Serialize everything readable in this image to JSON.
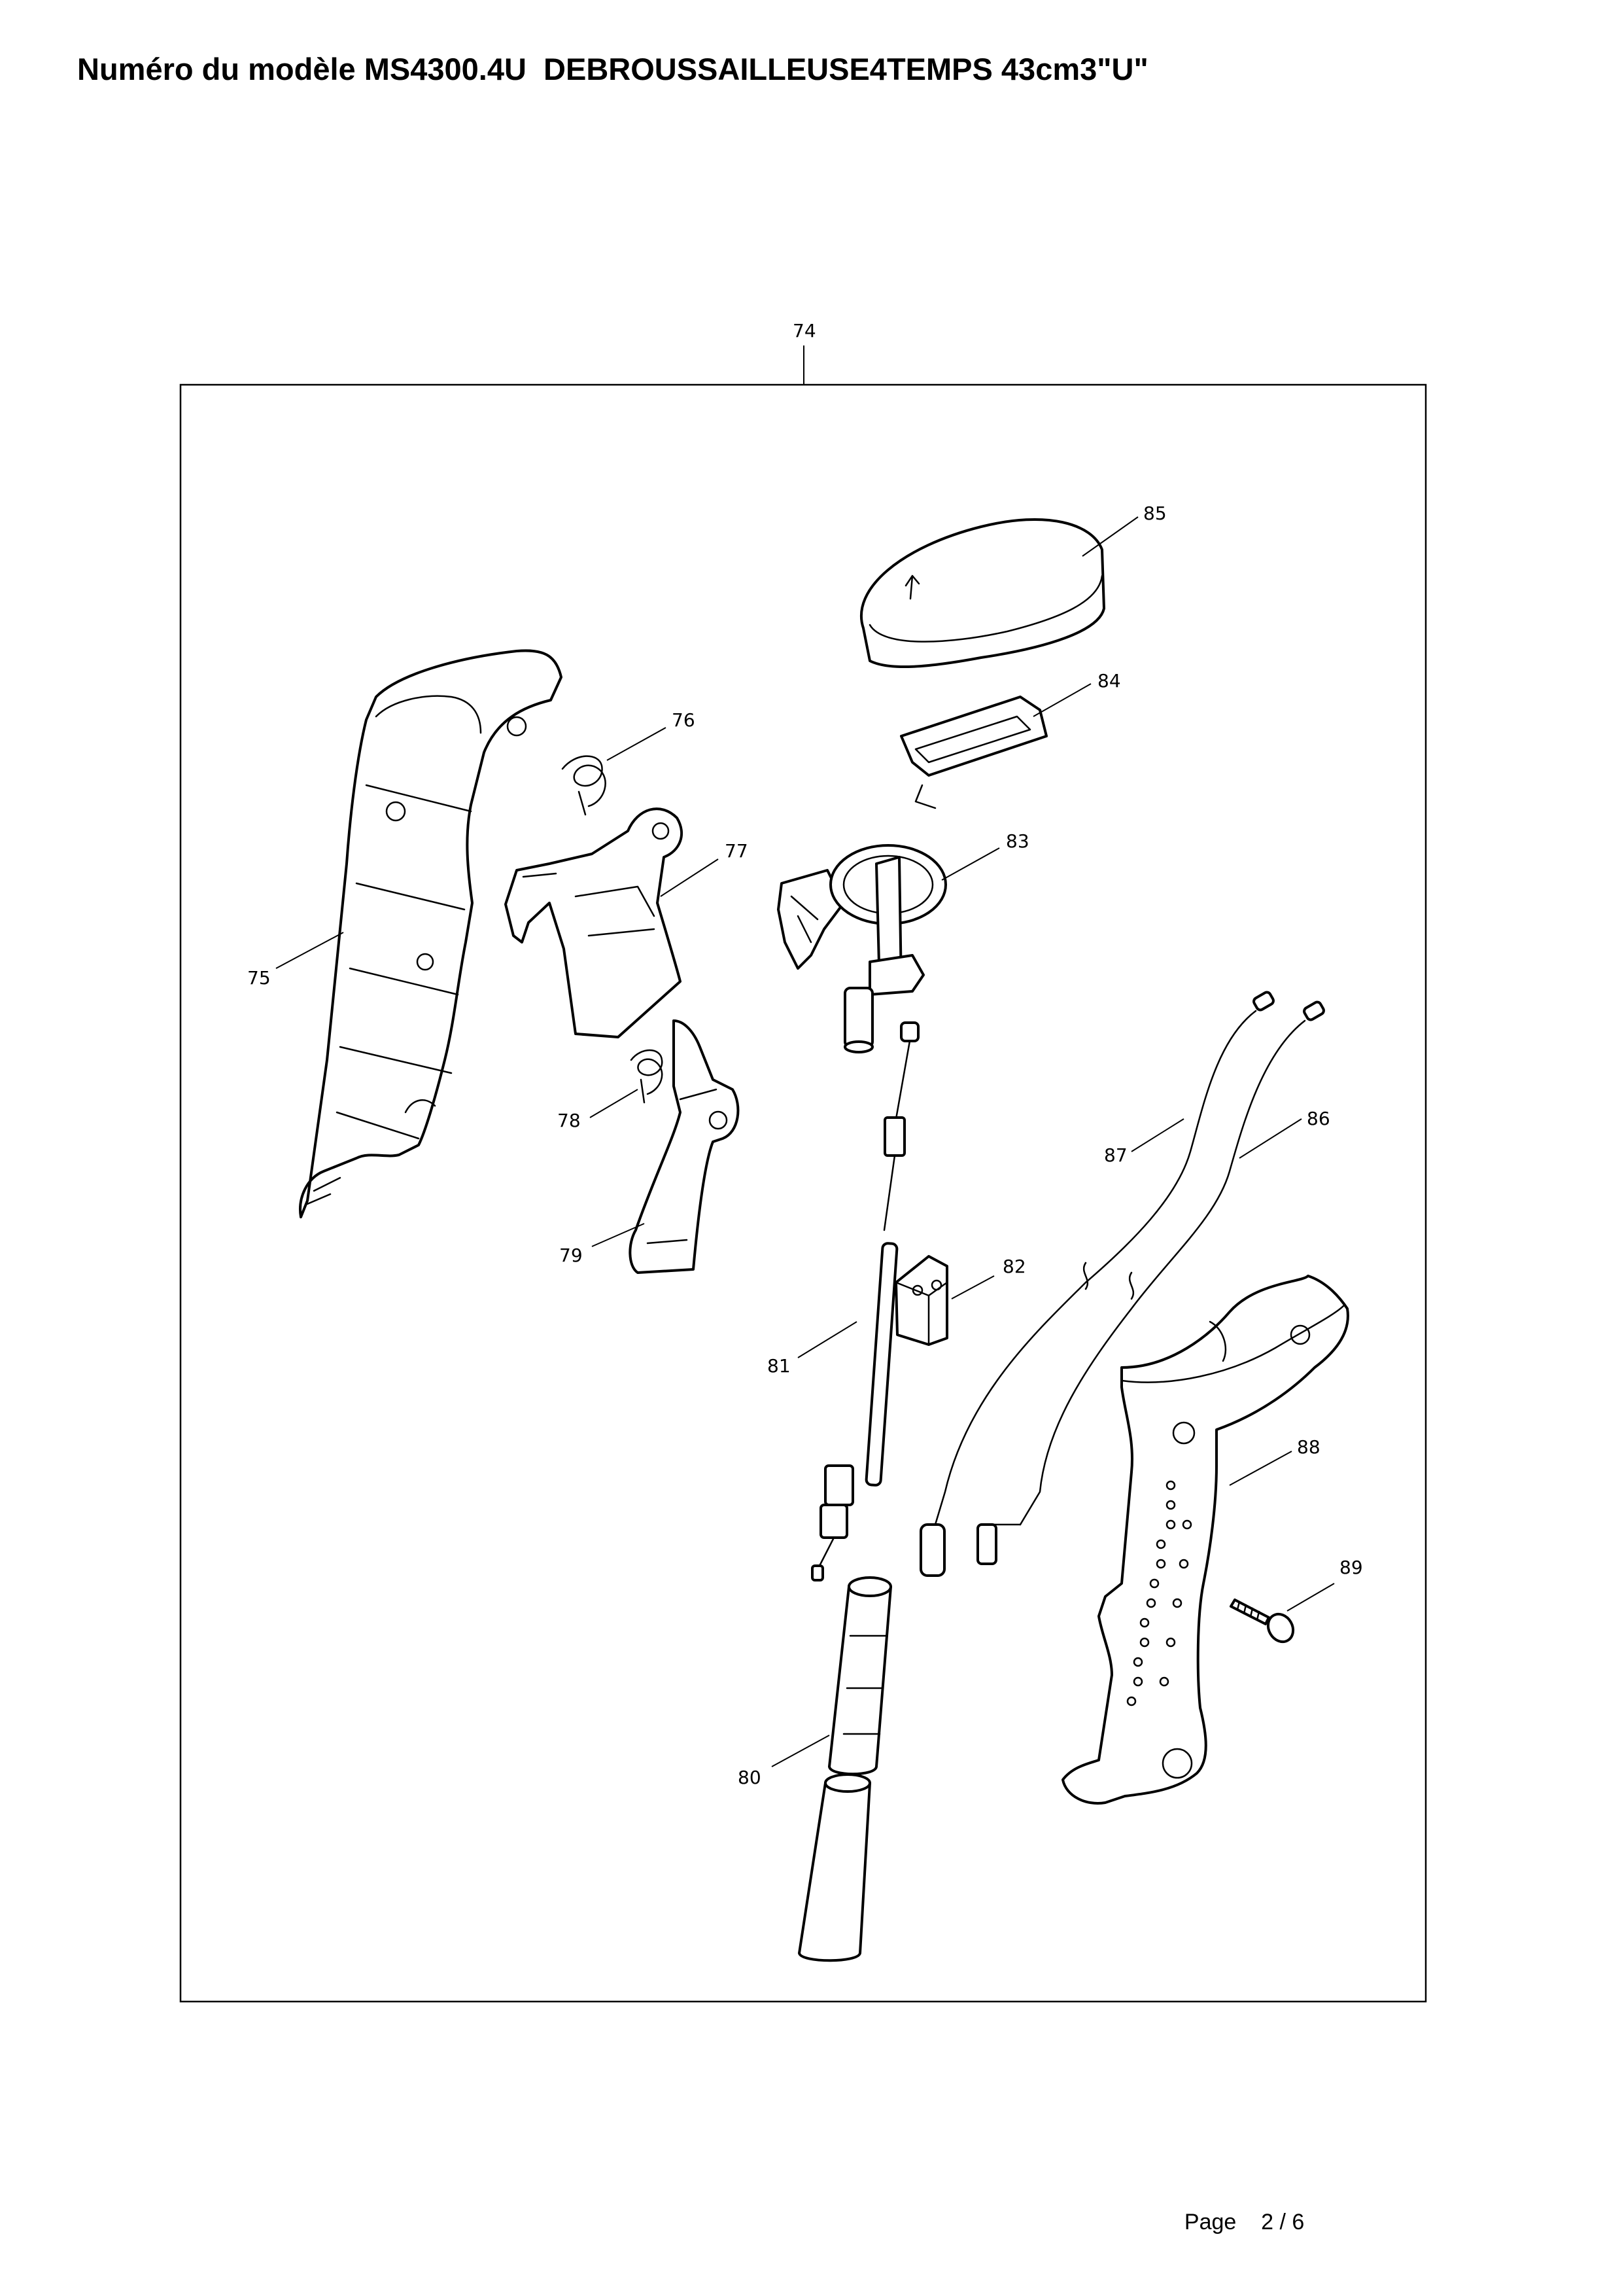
{
  "header": {
    "title": "Numéro du modèle MS4300.4U  DEBROUSSAILLEUSE4TEMPS 43cm3\"U\""
  },
  "diagram": {
    "assembly_label": "74",
    "callouts": [
      {
        "id": "c75",
        "label": "75"
      },
      {
        "id": "c76",
        "label": "76"
      },
      {
        "id": "c77",
        "label": "77"
      },
      {
        "id": "c78",
        "label": "78"
      },
      {
        "id": "c79",
        "label": "79"
      },
      {
        "id": "c80",
        "label": "80"
      },
      {
        "id": "c81",
        "label": "81"
      },
      {
        "id": "c82",
        "label": "82"
      },
      {
        "id": "c83",
        "label": "83"
      },
      {
        "id": "c84",
        "label": "84"
      },
      {
        "id": "c85",
        "label": "85"
      },
      {
        "id": "c86",
        "label": "86"
      },
      {
        "id": "c87",
        "label": "87"
      },
      {
        "id": "c88",
        "label": "88"
      },
      {
        "id": "c89",
        "label": "89"
      }
    ]
  },
  "footer": {
    "page_label": "Page",
    "page_number": "2 / 6"
  }
}
